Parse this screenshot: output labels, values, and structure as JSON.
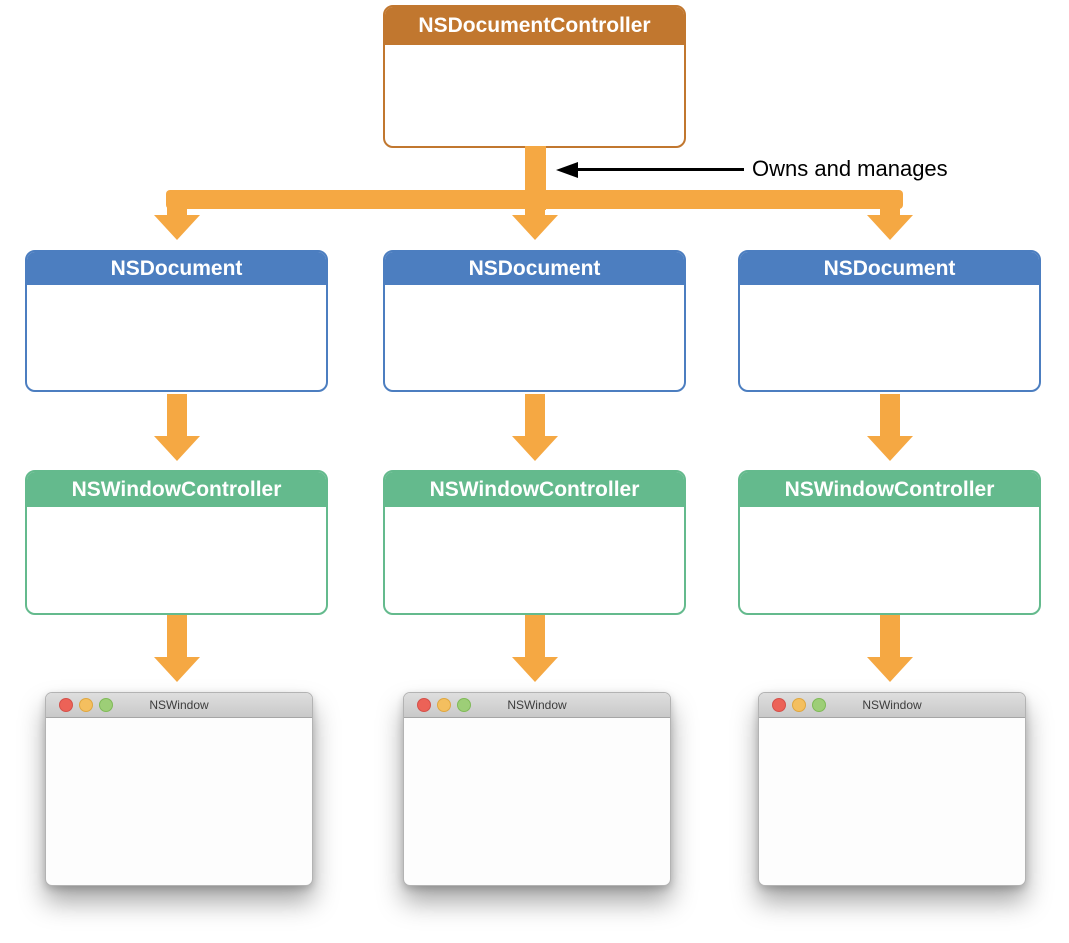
{
  "diagram": {
    "root": {
      "title": "NSDocumentController"
    },
    "annotation": {
      "label": "Owns and manages"
    },
    "columns": [
      {
        "document_title": "NSDocument",
        "window_controller_title": "NSWindowController",
        "window_title": "NSWindow"
      },
      {
        "document_title": "NSDocument",
        "window_controller_title": "NSWindowController",
        "window_title": "NSWindow"
      },
      {
        "document_title": "NSDocument",
        "window_controller_title": "NSWindowController",
        "window_title": "NSWindow"
      }
    ]
  },
  "colors": {
    "document_controller_header": "#C1772F",
    "document_header": "#4C7EC0",
    "window_controller_header": "#64BA8D",
    "flow_arrow": "#F5A843",
    "annotation_arrow": "#000000",
    "titlebar_top": "#DEDEDE",
    "titlebar_bottom": "#C9C9C9",
    "traffic_close": "#EC6257",
    "traffic_minimize": "#F4BF5F",
    "traffic_zoom": "#9DCE77"
  }
}
